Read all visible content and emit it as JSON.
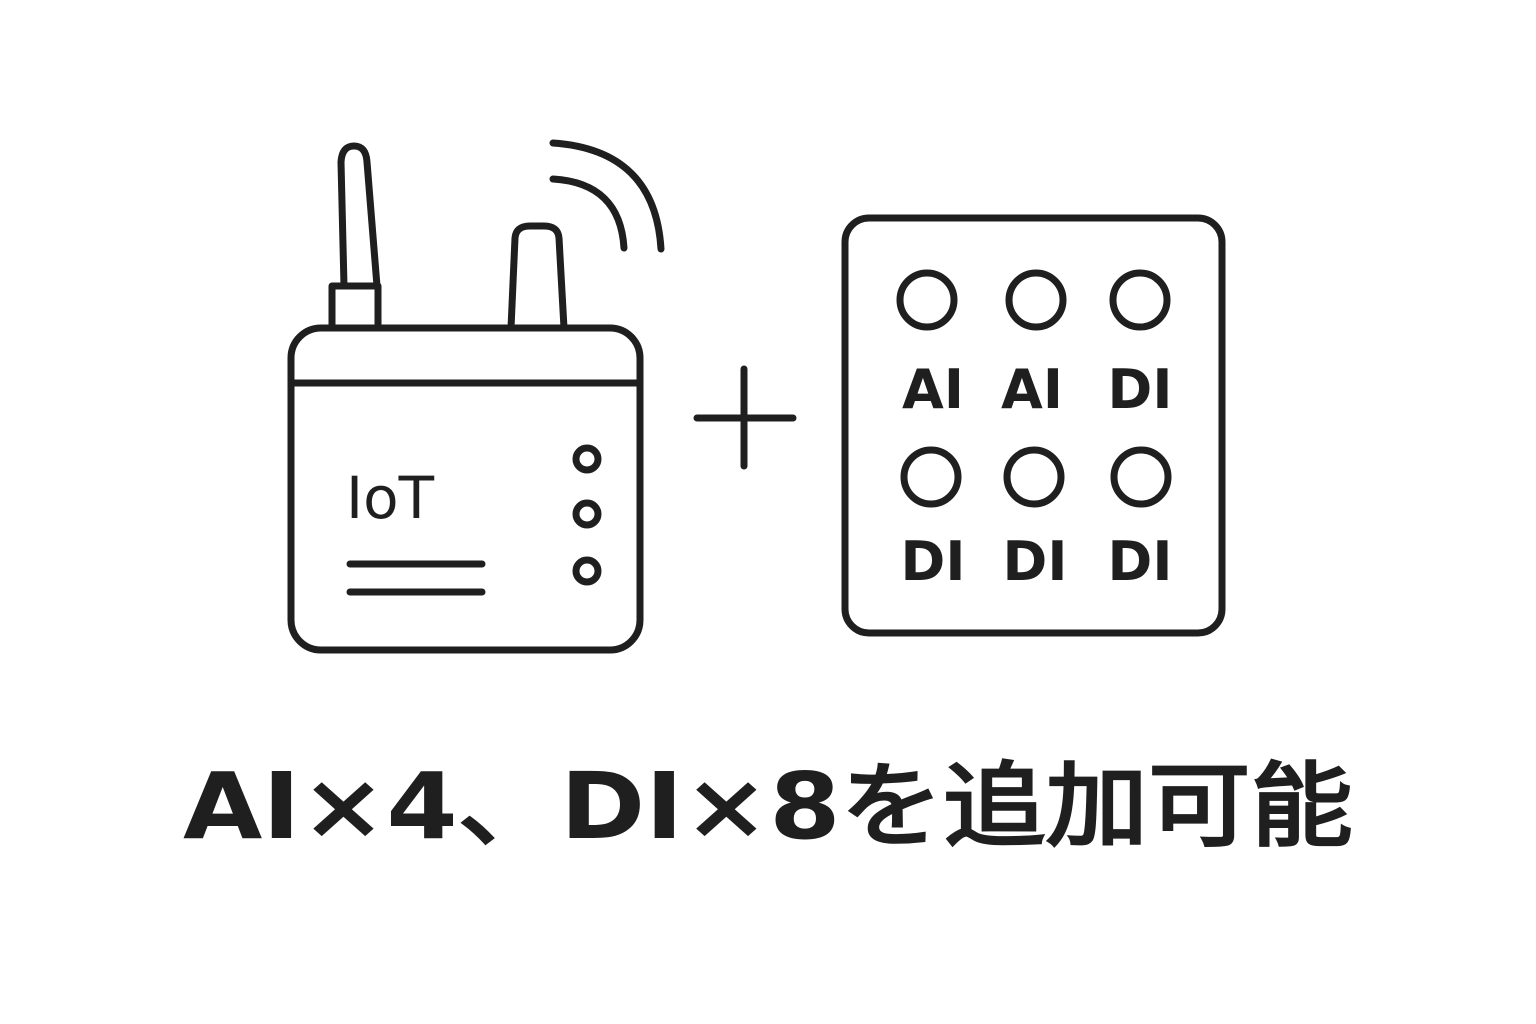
{
  "device": {
    "label": "IoT",
    "led_count": 3
  },
  "plus_icon": "plus-icon",
  "module": {
    "ports": [
      {
        "label": "AI"
      },
      {
        "label": "AI"
      },
      {
        "label": "DI"
      },
      {
        "label": "DI"
      },
      {
        "label": "DI"
      },
      {
        "label": "DI"
      }
    ]
  },
  "caption": "AI×4、DI×8を追加可能",
  "colors": {
    "ink": "#1f1f1f",
    "background": "#ffffff"
  }
}
